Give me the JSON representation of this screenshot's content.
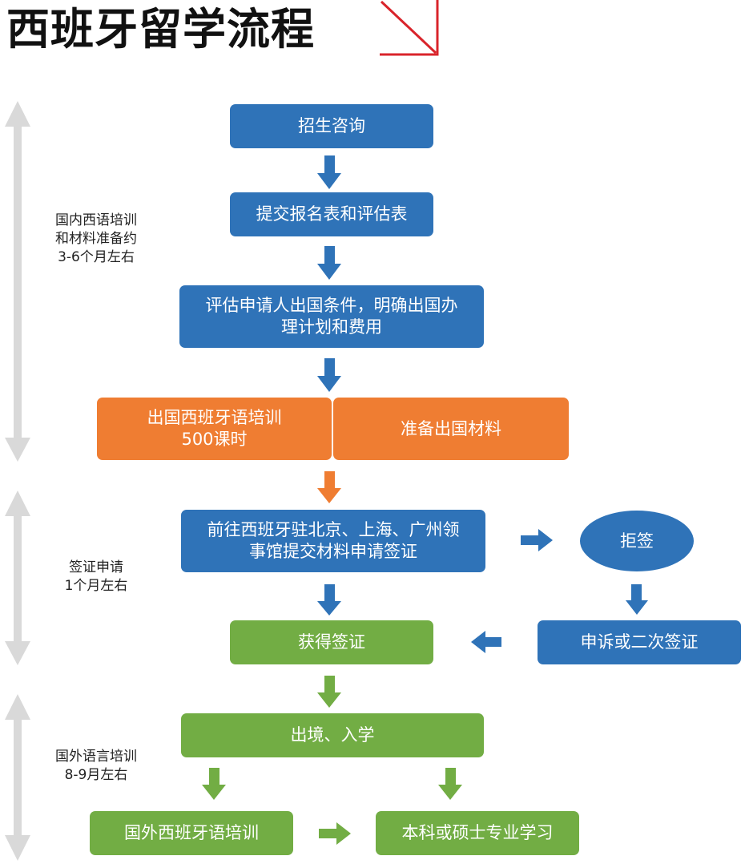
{
  "title": "西班牙留学流程",
  "colors": {
    "blue": "#2f73b8",
    "orange": "#ef7d32",
    "green": "#72ad44",
    "red_accent": "#d9242b",
    "timeline_gray": "#d9d9d9"
  },
  "phases": [
    {
      "label": "国内西语培训\n和材料准备约\n3-6个月左右"
    },
    {
      "label": "签证申请\n1个月左右"
    },
    {
      "label": "国外语言培训\n8-9月左右"
    }
  ],
  "steps": {
    "consult": "招生咨询",
    "submit_forms": "提交报名表和评估表",
    "evaluate": "评估申请人出国条件，明确出国办\n理计划和费用",
    "spanish_training": "出国西班牙语培训\n500课时",
    "prepare_materials": "准备出国材料",
    "apply_visa": "前往西班牙驻北京、上海、广州领\n事馆提交材料申请签证",
    "refused": "拒签",
    "appeal": "申诉或二次签证",
    "visa_obtained": "获得签证",
    "enter_school": "出境、入学",
    "abroad_training": "国外西班牙语培训",
    "degree_study": "本科或硕士专业学习"
  }
}
